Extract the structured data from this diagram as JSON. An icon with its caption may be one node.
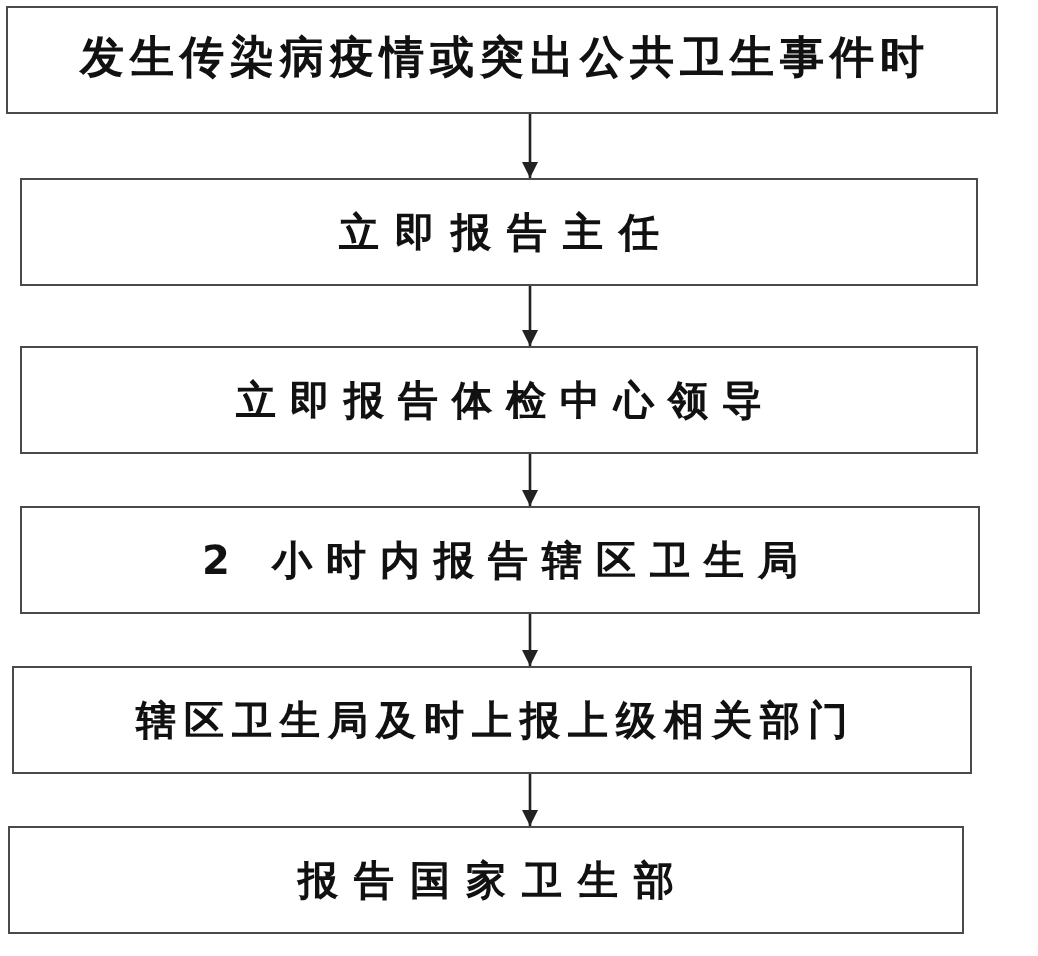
{
  "diagram": {
    "nodes": [
      {
        "text": [
          "发生传染病疫情或突出公共卫生事件时"
        ]
      },
      {
        "text": [
          "立即报告主任"
        ]
      },
      {
        "text": [
          "立即报告体检中心领导"
        ]
      },
      {
        "text": [
          "2 小时内报告辖区卫生局"
        ]
      },
      {
        "text": [
          "辖区卫生局及时上报上级相关部门"
        ]
      },
      {
        "text": [
          "报告国家卫生部"
        ]
      }
    ],
    "edges": [
      {
        "from": 0,
        "to": 1,
        "arrow": "to"
      },
      {
        "from": 1,
        "to": 2,
        "arrow": "to"
      },
      {
        "from": 2,
        "to": 3,
        "arrow": "to"
      },
      {
        "from": 3,
        "to": 4,
        "arrow": "to"
      },
      {
        "from": 4,
        "to": 5,
        "arrow": "to"
      }
    ]
  }
}
